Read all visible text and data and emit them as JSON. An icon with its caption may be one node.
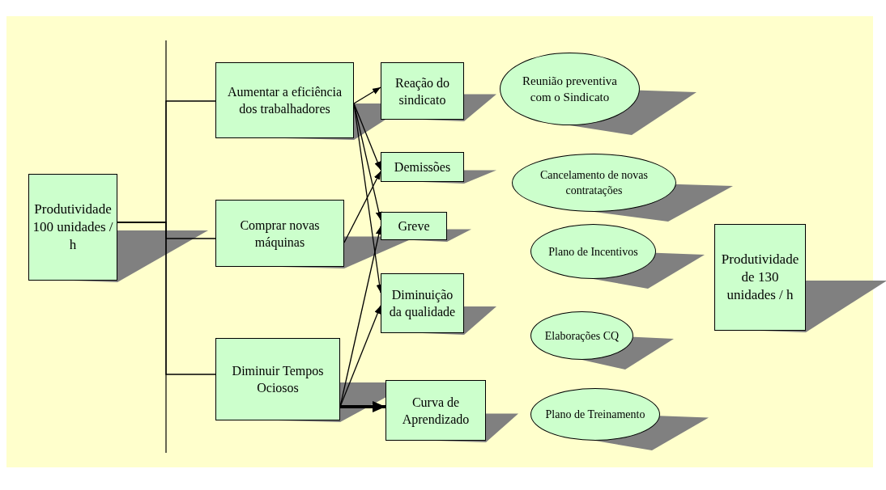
{
  "diagram": {
    "nodes": [
      {
        "text": [
          "Produtividade 100 unidades / h"
        ]
      },
      {
        "text": [
          "Aumentar a eficiência dos trabalhadores"
        ]
      },
      {
        "text": [
          "Comprar novas máquinas"
        ]
      },
      {
        "text": [
          "Diminuir Tempos Ociosos"
        ]
      },
      {
        "text": [
          "Reação do sindicato"
        ]
      },
      {
        "text": [
          "Demissões"
        ]
      },
      {
        "text": [
          "Greve"
        ]
      },
      {
        "text": [
          "Diminuição da qualidade"
        ]
      },
      {
        "text": [
          "Curva de Aprendizado"
        ]
      },
      {
        "text": [
          "Reunião preventiva com o Sindicato"
        ]
      },
      {
        "text": [
          "Cancelamento de novas contratações"
        ]
      },
      {
        "text": [
          "Plano de Incentivos"
        ]
      },
      {
        "text": [
          "Elaborações CQ"
        ]
      },
      {
        "text": [
          "Plano de Treinamento"
        ]
      },
      {
        "text": [
          "Produtividade de 130 unidades / h"
        ]
      }
    ],
    "edges": [
      {
        "from": 0,
        "to": 1,
        "arrow": "none"
      },
      {
        "from": 0,
        "to": 2,
        "arrow": "none"
      },
      {
        "from": 0,
        "to": 3,
        "arrow": "none"
      },
      {
        "from": 1,
        "to": 4,
        "arrow": "to"
      },
      {
        "from": 1,
        "to": 5,
        "arrow": "to"
      },
      {
        "from": 1,
        "to": 6,
        "arrow": "to"
      },
      {
        "from": 1,
        "to": 7,
        "arrow": "to"
      },
      {
        "from": 2,
        "to": 5,
        "arrow": "to"
      },
      {
        "from": 3,
        "to": 6,
        "arrow": "to"
      },
      {
        "from": 3,
        "to": 7,
        "arrow": "to"
      },
      {
        "from": 3,
        "to": 8,
        "arrow": "to",
        "style": "thick"
      }
    ]
  }
}
